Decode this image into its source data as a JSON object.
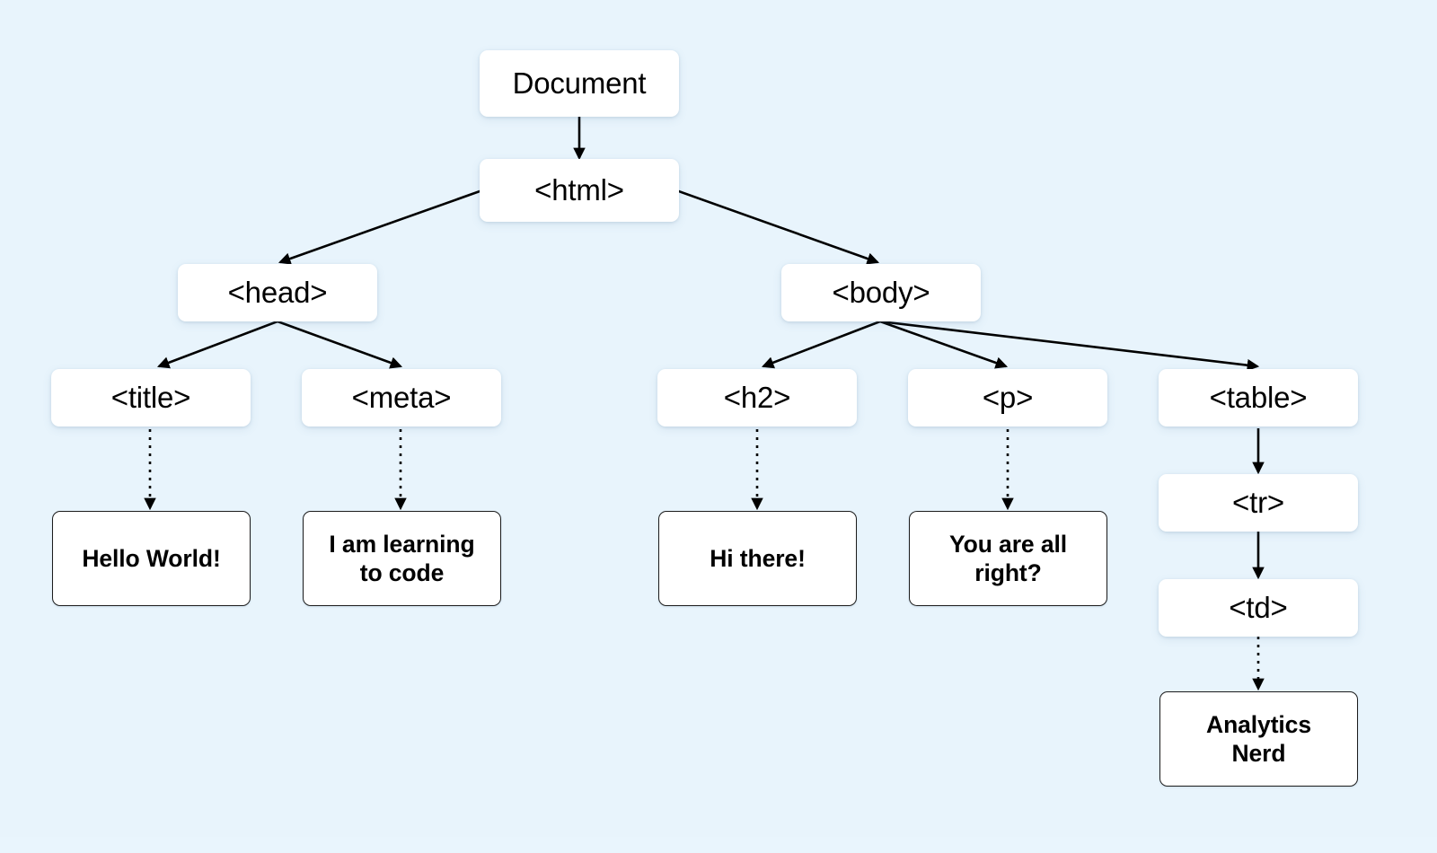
{
  "diagram": {
    "title": "DOM tree",
    "background_color": "#e8f4fc",
    "node_fill": "#ffffff",
    "edge_color": "#000000",
    "text_color": "#000000"
  },
  "nodes": {
    "document": {
      "label": "Document",
      "kind": "element"
    },
    "html": {
      "label": "<html>",
      "kind": "element"
    },
    "head": {
      "label": "<head>",
      "kind": "element"
    },
    "body": {
      "label": "<body>",
      "kind": "element"
    },
    "title": {
      "label": "<title>",
      "kind": "element"
    },
    "meta": {
      "label": "<meta>",
      "kind": "element"
    },
    "h2": {
      "label": "<h2>",
      "kind": "element"
    },
    "p": {
      "label": "<p>",
      "kind": "element"
    },
    "table": {
      "label": "<table>",
      "kind": "element"
    },
    "tr": {
      "label": "<tr>",
      "kind": "element"
    },
    "td": {
      "label": "<td>",
      "kind": "element"
    },
    "title_text": {
      "label": "Hello World!",
      "kind": "text"
    },
    "meta_text": {
      "label": "I am learning\nto code",
      "kind": "text"
    },
    "h2_text": {
      "label": "Hi there!",
      "kind": "text"
    },
    "p_text": {
      "label": "You are all\nright?",
      "kind": "text"
    },
    "td_text": {
      "label": "Analytics\nNerd",
      "kind": "text"
    }
  },
  "edges": [
    {
      "from": "document",
      "to": "html",
      "style": "solid"
    },
    {
      "from": "html",
      "to": "head",
      "style": "solid"
    },
    {
      "from": "html",
      "to": "body",
      "style": "solid"
    },
    {
      "from": "head",
      "to": "title",
      "style": "solid"
    },
    {
      "from": "head",
      "to": "meta",
      "style": "solid"
    },
    {
      "from": "body",
      "to": "h2",
      "style": "solid"
    },
    {
      "from": "body",
      "to": "p",
      "style": "solid"
    },
    {
      "from": "body",
      "to": "table",
      "style": "solid"
    },
    {
      "from": "title",
      "to": "title_text",
      "style": "dotted"
    },
    {
      "from": "meta",
      "to": "meta_text",
      "style": "dotted"
    },
    {
      "from": "h2",
      "to": "h2_text",
      "style": "dotted"
    },
    {
      "from": "p",
      "to": "p_text",
      "style": "dotted"
    },
    {
      "from": "table",
      "to": "tr",
      "style": "solid"
    },
    {
      "from": "tr",
      "to": "td",
      "style": "solid"
    },
    {
      "from": "td",
      "to": "td_text",
      "style": "dotted"
    }
  ]
}
